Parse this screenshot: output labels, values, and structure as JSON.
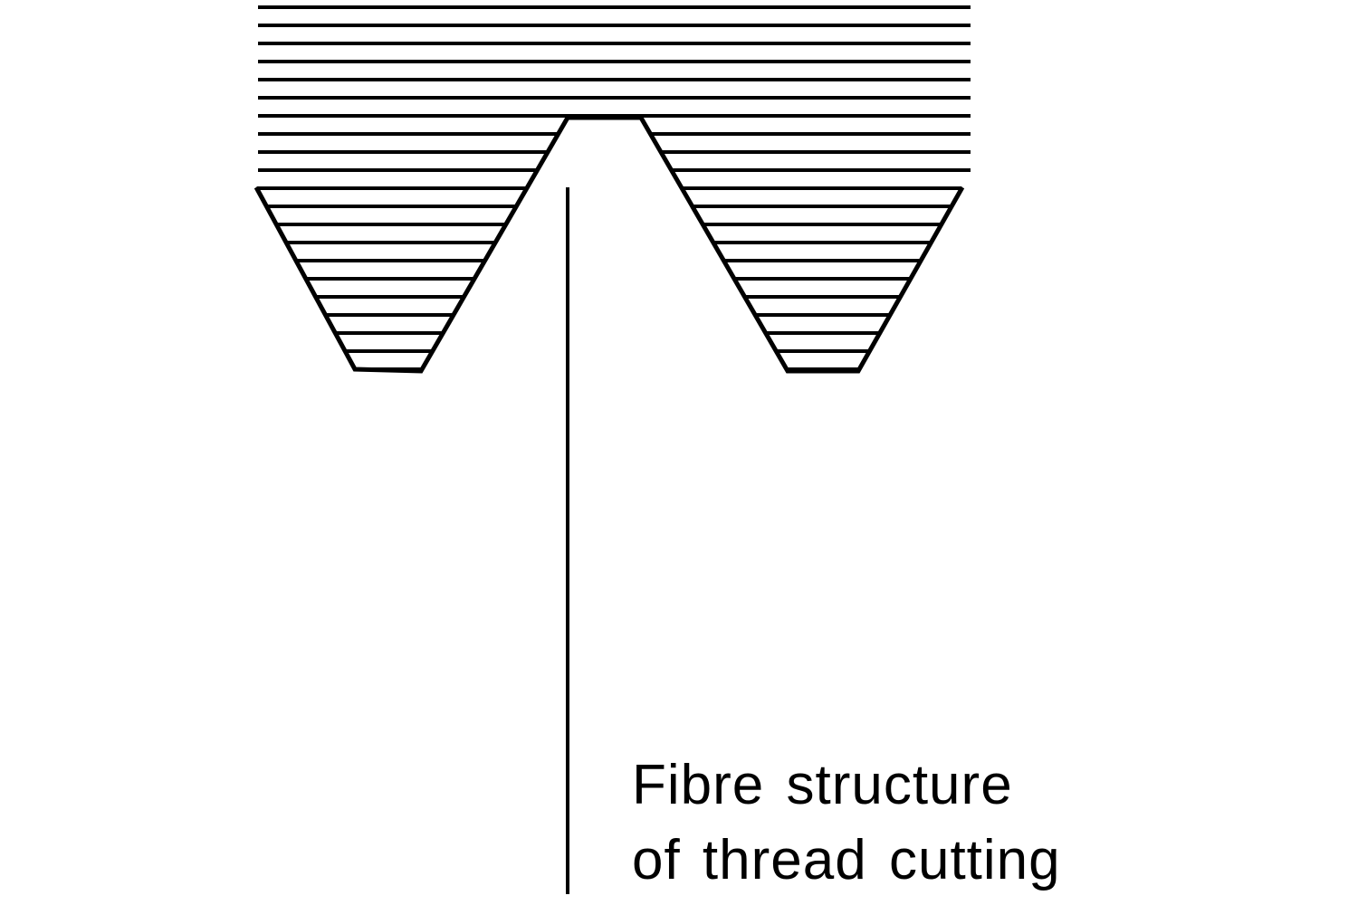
{
  "diagram": {
    "title_lines": [
      "Fibre structure",
      "of thread cutting"
    ],
    "line_color": "#000000",
    "fibre_line_count": 21
  }
}
